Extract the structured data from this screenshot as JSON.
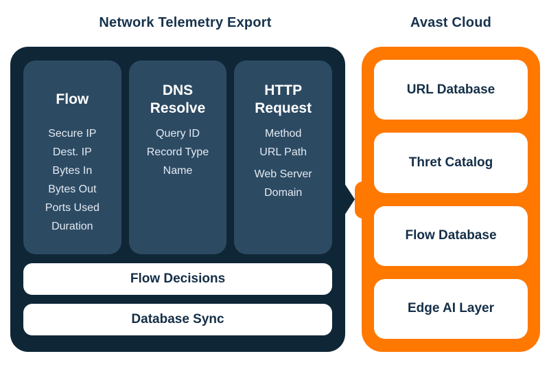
{
  "titles": {
    "left": "Network Telemetry Export",
    "right": "Avast Cloud"
  },
  "telemetry_panel": {
    "columns": [
      {
        "title": "Flow",
        "items": [
          "Secure IP",
          "Dest. IP",
          "Bytes In",
          "Bytes Out",
          "Ports Used",
          "Duration"
        ]
      },
      {
        "title": "DNS Resolve",
        "items": [
          "Query ID",
          "Record Type",
          "Name"
        ]
      },
      {
        "title": "HTTP Request",
        "items": [
          "Method",
          "URL Path",
          "Web Server Domain"
        ]
      }
    ],
    "bars": [
      "Flow Decisions",
      "Database Sync"
    ]
  },
  "cloud_panel": {
    "boxes": [
      "URL Database",
      "Thret Catalog",
      "Flow Database",
      "Edge AI Layer"
    ]
  },
  "colors": {
    "navy_panel": "#0f2636",
    "column_slate": "#2d4a63",
    "orange": "#ff7800",
    "text_dark_navy": "#142e47",
    "text_light": "#e3ebf2",
    "white": "#ffffff"
  }
}
